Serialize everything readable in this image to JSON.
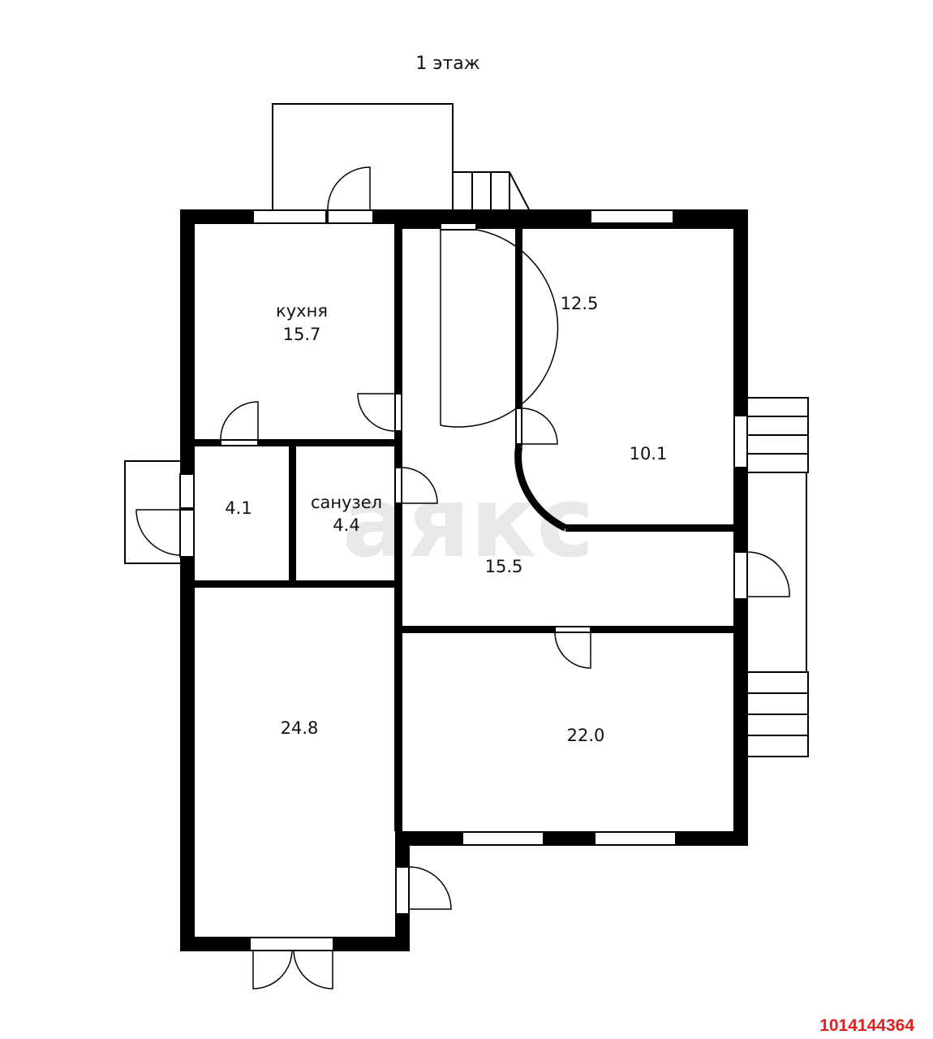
{
  "floor_title": "1 этаж",
  "watermark": "аякс",
  "listing_id": "1014144364",
  "rooms": [
    {
      "name": "кухня",
      "area": "15.7"
    },
    {
      "name": "",
      "area": "12.5"
    },
    {
      "name": "",
      "area": "10.1"
    },
    {
      "name": "",
      "area": "4.1"
    },
    {
      "name": "санузел",
      "area": "4.4"
    },
    {
      "name": "",
      "area": "15.5"
    },
    {
      "name": "",
      "area": "24.8"
    },
    {
      "name": "",
      "area": "22.0"
    }
  ],
  "colors": {
    "walls": "#000000",
    "id_text": "#e02020",
    "watermark": "#d6d6d6"
  }
}
